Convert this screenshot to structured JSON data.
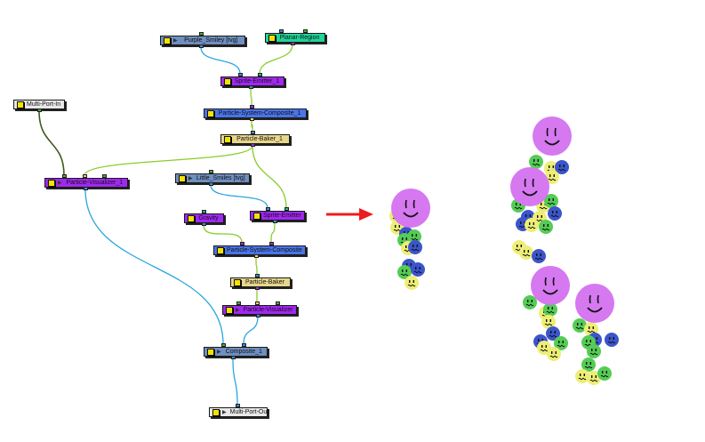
{
  "colors": {
    "element": "#6f8fbf",
    "region": "#22d39a",
    "particle_purple": "#a028f0",
    "composite_blue": "#4a74e8",
    "baker": "#e8d68a",
    "group": "#e8e8e8",
    "wire_image": "#2aa6dc",
    "wire_particle": "#8ccc2a",
    "wire_dark": "#3f5a1e",
    "port_blue": "#3c8ae0",
    "port_green": "#4caf2a",
    "port_purple": "#a028f0",
    "port_teal": "#1fba8a",
    "port_yellow": "#e8d070",
    "arrow": "#ee1c1c",
    "big_smiley": "#d678f0",
    "small_yellow": "#eeee77",
    "small_green": "#55cc55",
    "small_blue": "#3b55cc"
  },
  "nodes": [
    {
      "id": "purple_smiley",
      "label": "Purple_Smiley [tvg]",
      "type": "element",
      "play": true
    },
    {
      "id": "planar_region",
      "label": "Planar-Region",
      "type": "region",
      "play": false
    },
    {
      "id": "sprite_emitter_1",
      "label": "Sprite-Emitter_1",
      "type": "particle_purple",
      "play": false
    },
    {
      "id": "psc_1",
      "label": "Particle-System-Composite_1",
      "type": "composite_blue",
      "play": false
    },
    {
      "id": "baker_1",
      "label": "Particle-Baker_1",
      "type": "baker",
      "play": false
    },
    {
      "id": "multi_port_in",
      "label": "Multi-Port-In",
      "type": "group",
      "play": false
    },
    {
      "id": "visualizer_1",
      "label": "Particle-Visualizer_1",
      "type": "particle_purple",
      "play": true
    },
    {
      "id": "little_smiles",
      "label": "Little_Smiles [tvg]",
      "type": "element",
      "play": true
    },
    {
      "id": "gravity",
      "label": "Gravity",
      "type": "particle_purple",
      "play": false
    },
    {
      "id": "sprite_emitter",
      "label": "Sprite-Emitter",
      "type": "particle_purple",
      "play": false
    },
    {
      "id": "psc",
      "label": "Particle-System-Composite",
      "type": "composite_blue",
      "play": false
    },
    {
      "id": "baker",
      "label": "Particle-Baker",
      "type": "baker",
      "play": false
    },
    {
      "id": "visualizer",
      "label": "Particle-Visualizer",
      "type": "particle_purple",
      "play": true
    },
    {
      "id": "composite_1",
      "label": "Composite_1",
      "type": "element",
      "play": true
    },
    {
      "id": "multi_port_out",
      "label": "Multi-Port-Out",
      "type": "group",
      "play": true
    }
  ],
  "connections": [
    {
      "from": "purple_smiley",
      "to": "sprite_emitter_1",
      "kind": "wire_image"
    },
    {
      "from": "planar_region",
      "to": "sprite_emitter_1",
      "kind": "wire_particle"
    },
    {
      "from": "sprite_emitter_1",
      "to": "psc_1",
      "kind": "wire_particle"
    },
    {
      "from": "psc_1",
      "to": "baker_1",
      "kind": "wire_particle"
    },
    {
      "from": "baker_1",
      "to": "visualizer_1",
      "kind": "wire_particle"
    },
    {
      "from": "baker_1",
      "to": "sprite_emitter",
      "kind": "wire_particle"
    },
    {
      "from": "multi_port_in",
      "to": "visualizer_1",
      "kind": "wire_dark"
    },
    {
      "from": "little_smiles",
      "to": "sprite_emitter",
      "kind": "wire_image"
    },
    {
      "from": "gravity",
      "to": "psc",
      "kind": "wire_particle"
    },
    {
      "from": "sprite_emitter",
      "to": "psc",
      "kind": "wire_particle"
    },
    {
      "from": "psc",
      "to": "baker",
      "kind": "wire_particle"
    },
    {
      "from": "baker",
      "to": "visualizer",
      "kind": "wire_particle"
    },
    {
      "from": "visualizer_1",
      "to": "composite_1",
      "kind": "wire_image"
    },
    {
      "from": "visualizer",
      "to": "composite_1",
      "kind": "wire_image"
    },
    {
      "from": "composite_1",
      "to": "multi_port_out",
      "kind": "wire_image"
    }
  ],
  "preview": {
    "arrow": "result-arrow",
    "groups": [
      {
        "name": "single-result",
        "big_smileys": 1
      },
      {
        "name": "multi-result",
        "big_smileys": 4
      }
    ]
  }
}
